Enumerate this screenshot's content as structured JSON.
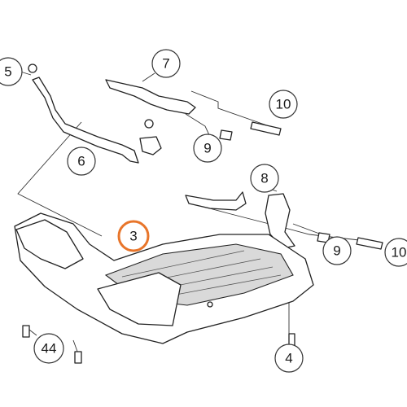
{
  "diagram": {
    "callouts": [
      {
        "id": "c5",
        "label": "5",
        "highlighted": false
      },
      {
        "id": "c7",
        "label": "7",
        "highlighted": false
      },
      {
        "id": "c10a",
        "label": "10",
        "highlighted": false
      },
      {
        "id": "c6",
        "label": "6",
        "highlighted": false
      },
      {
        "id": "c9a",
        "label": "9",
        "highlighted": false
      },
      {
        "id": "c8",
        "label": "8",
        "highlighted": false
      },
      {
        "id": "c3",
        "label": "3",
        "highlighted": true
      },
      {
        "id": "c9b",
        "label": "9",
        "highlighted": false
      },
      {
        "id": "c10b",
        "label": "10",
        "highlighted": false
      },
      {
        "id": "c44",
        "label": "44",
        "highlighted": false
      },
      {
        "id": "c4",
        "label": "4",
        "highlighted": false
      }
    ],
    "colors": {
      "highlight": "#e8752a",
      "line": "#222222",
      "background": "#ffffff"
    }
  }
}
